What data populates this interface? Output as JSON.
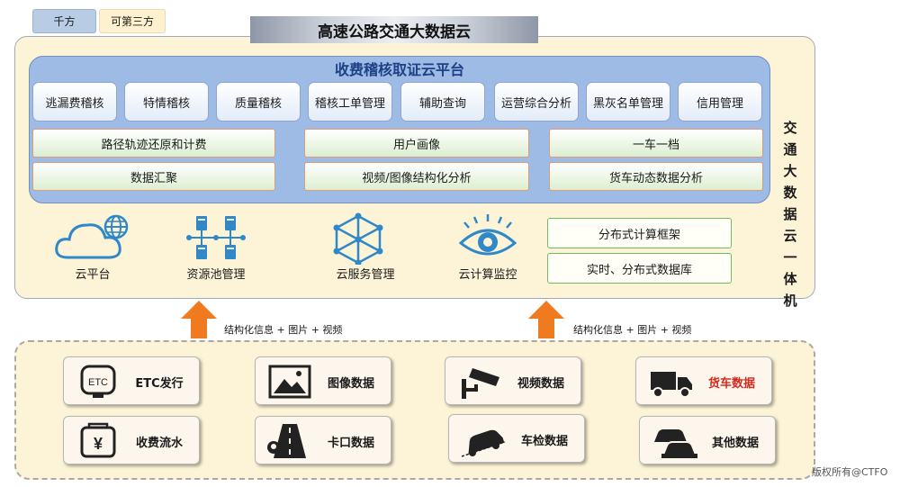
{
  "legend": {
    "item_a": "千方",
    "item_b": "可第三方",
    "color_a": "#b8cce4",
    "color_b": "#fdf1cf"
  },
  "title": "高速公路交通大数据云",
  "platform": {
    "title": "收费稽核取证云平台",
    "modules": [
      "逃漏费稽核",
      "特情稽核",
      "质量稽核",
      "稽核工单管理",
      "辅助查询",
      "运营综合分析",
      "黑灰名单管理",
      "信用管理"
    ],
    "functions_row1": [
      "路径轨迹还原和计费",
      "用户画像",
      "一车一档"
    ],
    "functions_row2": [
      "数据汇聚",
      "视频/图像结构化分析",
      "货车动态数据分析"
    ]
  },
  "infrastructure": [
    {
      "label": "云平台",
      "icon": "cloud-globe-icon"
    },
    {
      "label": "资源池管理",
      "icon": "server-network-icon"
    },
    {
      "label": "云服务管理",
      "icon": "network-cube-icon"
    },
    {
      "label": "云计算监控",
      "icon": "eye-monitor-icon"
    }
  ],
  "frameworks": [
    "分布式计算框架",
    "实时、分布式数据库"
  ],
  "side_title": [
    "交",
    "通",
    "大",
    "数",
    "据",
    "云",
    "一",
    "体",
    "机"
  ],
  "flow_label": "结构化信息 + 图片 + 视频",
  "data_sources": [
    {
      "label": "ETC发行",
      "icon": "etc-device-icon",
      "icon_text": "ETC",
      "highlight": false
    },
    {
      "label": "图像数据",
      "icon": "image-icon",
      "highlight": false
    },
    {
      "label": "视频数据",
      "icon": "cctv-camera-icon",
      "highlight": false
    },
    {
      "label": "货车数据",
      "icon": "truck-icon",
      "highlight": true
    },
    {
      "label": "收费流水",
      "icon": "cash-register-icon",
      "icon_text": "¥",
      "highlight": false
    },
    {
      "label": "卡口数据",
      "icon": "road-checkpoint-icon",
      "highlight": false
    },
    {
      "label": "车检数据",
      "icon": "car-inspection-icon",
      "highlight": false
    },
    {
      "label": "其他数据",
      "icon": "cars-icon",
      "highlight": false
    }
  ],
  "copyright": "版权所有@CTFO",
  "colors": {
    "accent_orange": "#f07a1f",
    "platform_blue": "#9dbbe4",
    "cloud_bg": "#fdf3d6",
    "title_blue": "#1f3f86",
    "highlight_red": "#d42a1e"
  }
}
